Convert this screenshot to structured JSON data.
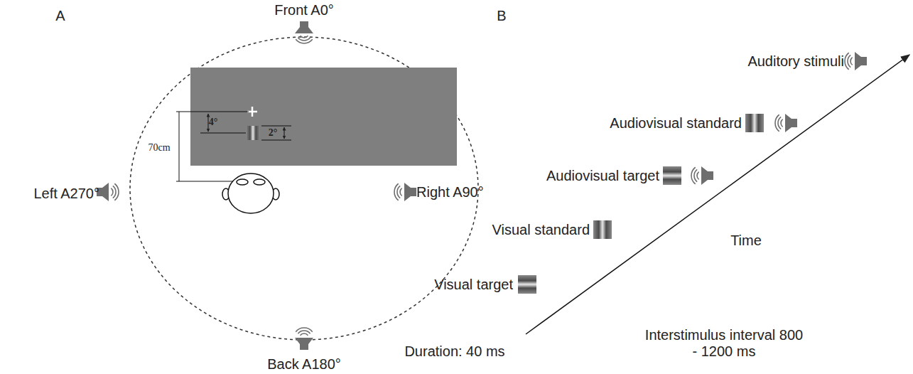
{
  "diagram": {
    "labels": [
      "A",
      "Front A0°",
      "4°",
      "2°",
      "70cm",
      "Left A270°",
      "Right A90°",
      "Back A180°",
      "B",
      "Auditory stimuli",
      "Audiovisual standard",
      "Audiovisual target",
      "Visual standard",
      "Time",
      "Visual target",
      "Duration: 40 ms",
      "Interstimulus interval 800 - 1200 ms"
    ]
  }
}
